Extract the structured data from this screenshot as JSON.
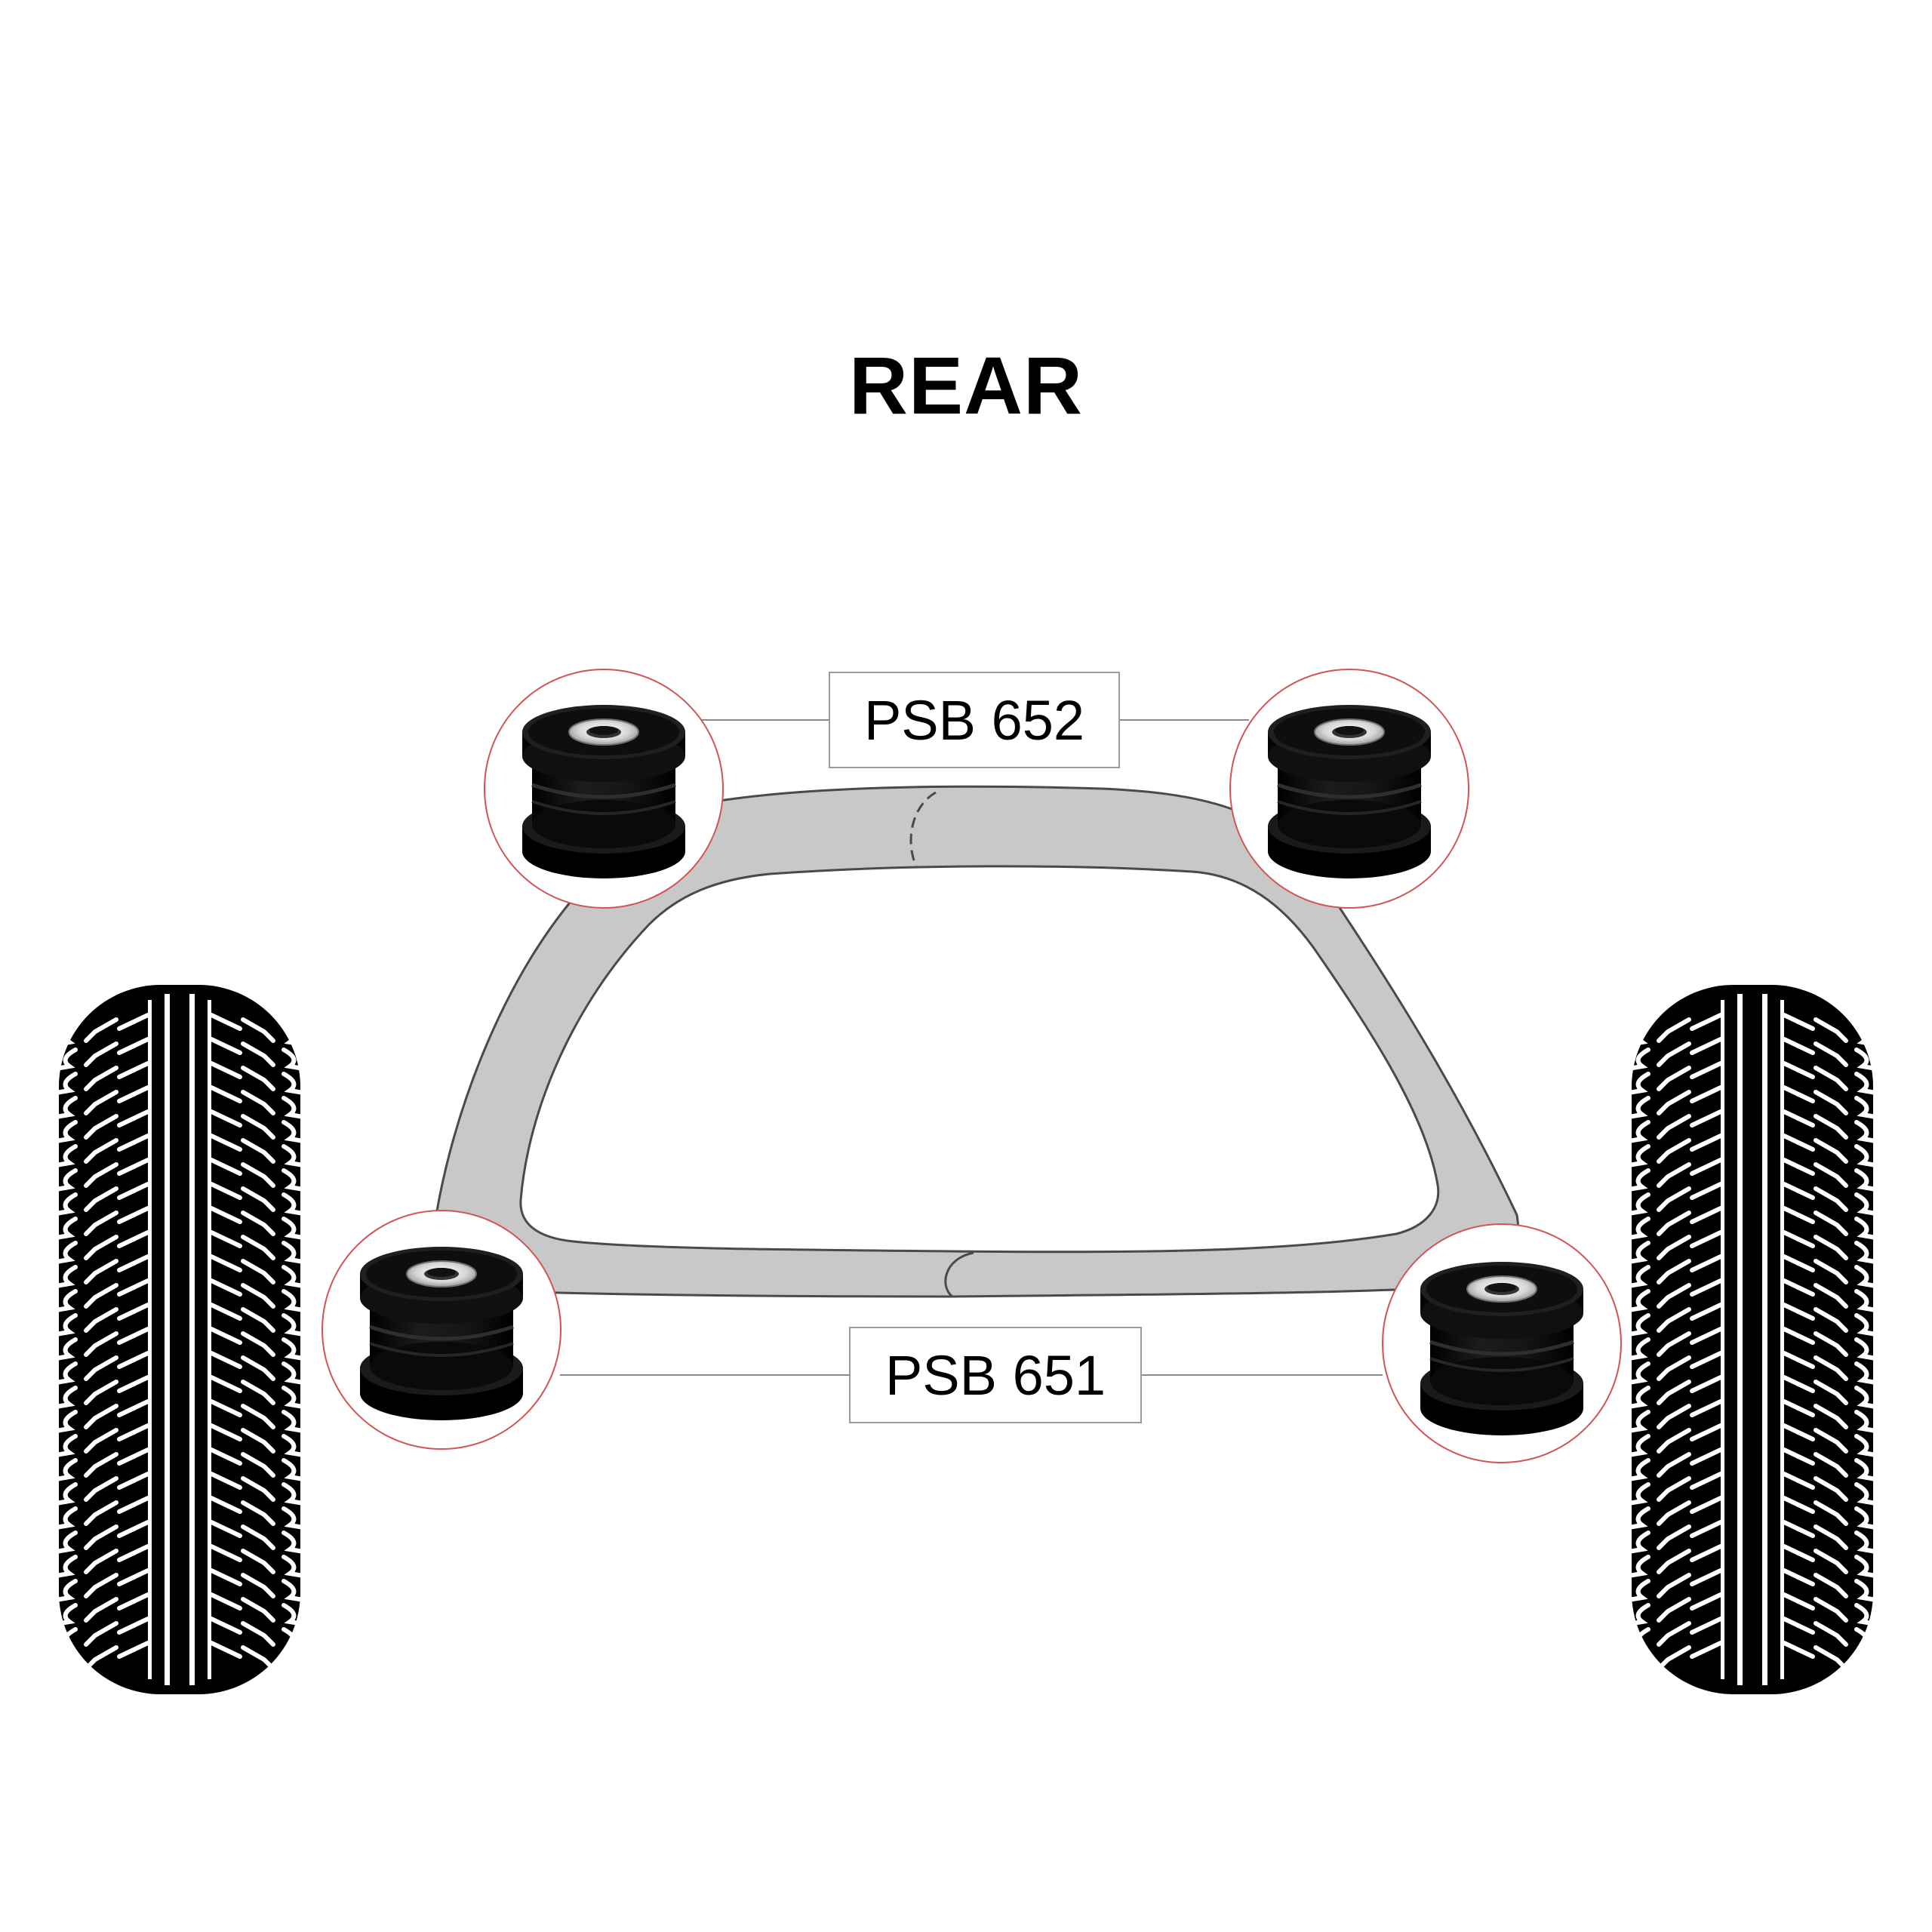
{
  "diagram": {
    "title": "REAR",
    "labels": {
      "upper_bushes": "PSB 652",
      "lower_bushes": "PSB 651"
    },
    "colors": {
      "subframe_fill": "#c8c8c8",
      "subframe_outline": "#555555",
      "bush_circle": "#d25454",
      "bush_body": "#0b0b0b",
      "tyre": "#000000",
      "leader_line": "#8a8a8a"
    },
    "icons": [
      "bush-icon",
      "tyre-icon"
    ]
  }
}
